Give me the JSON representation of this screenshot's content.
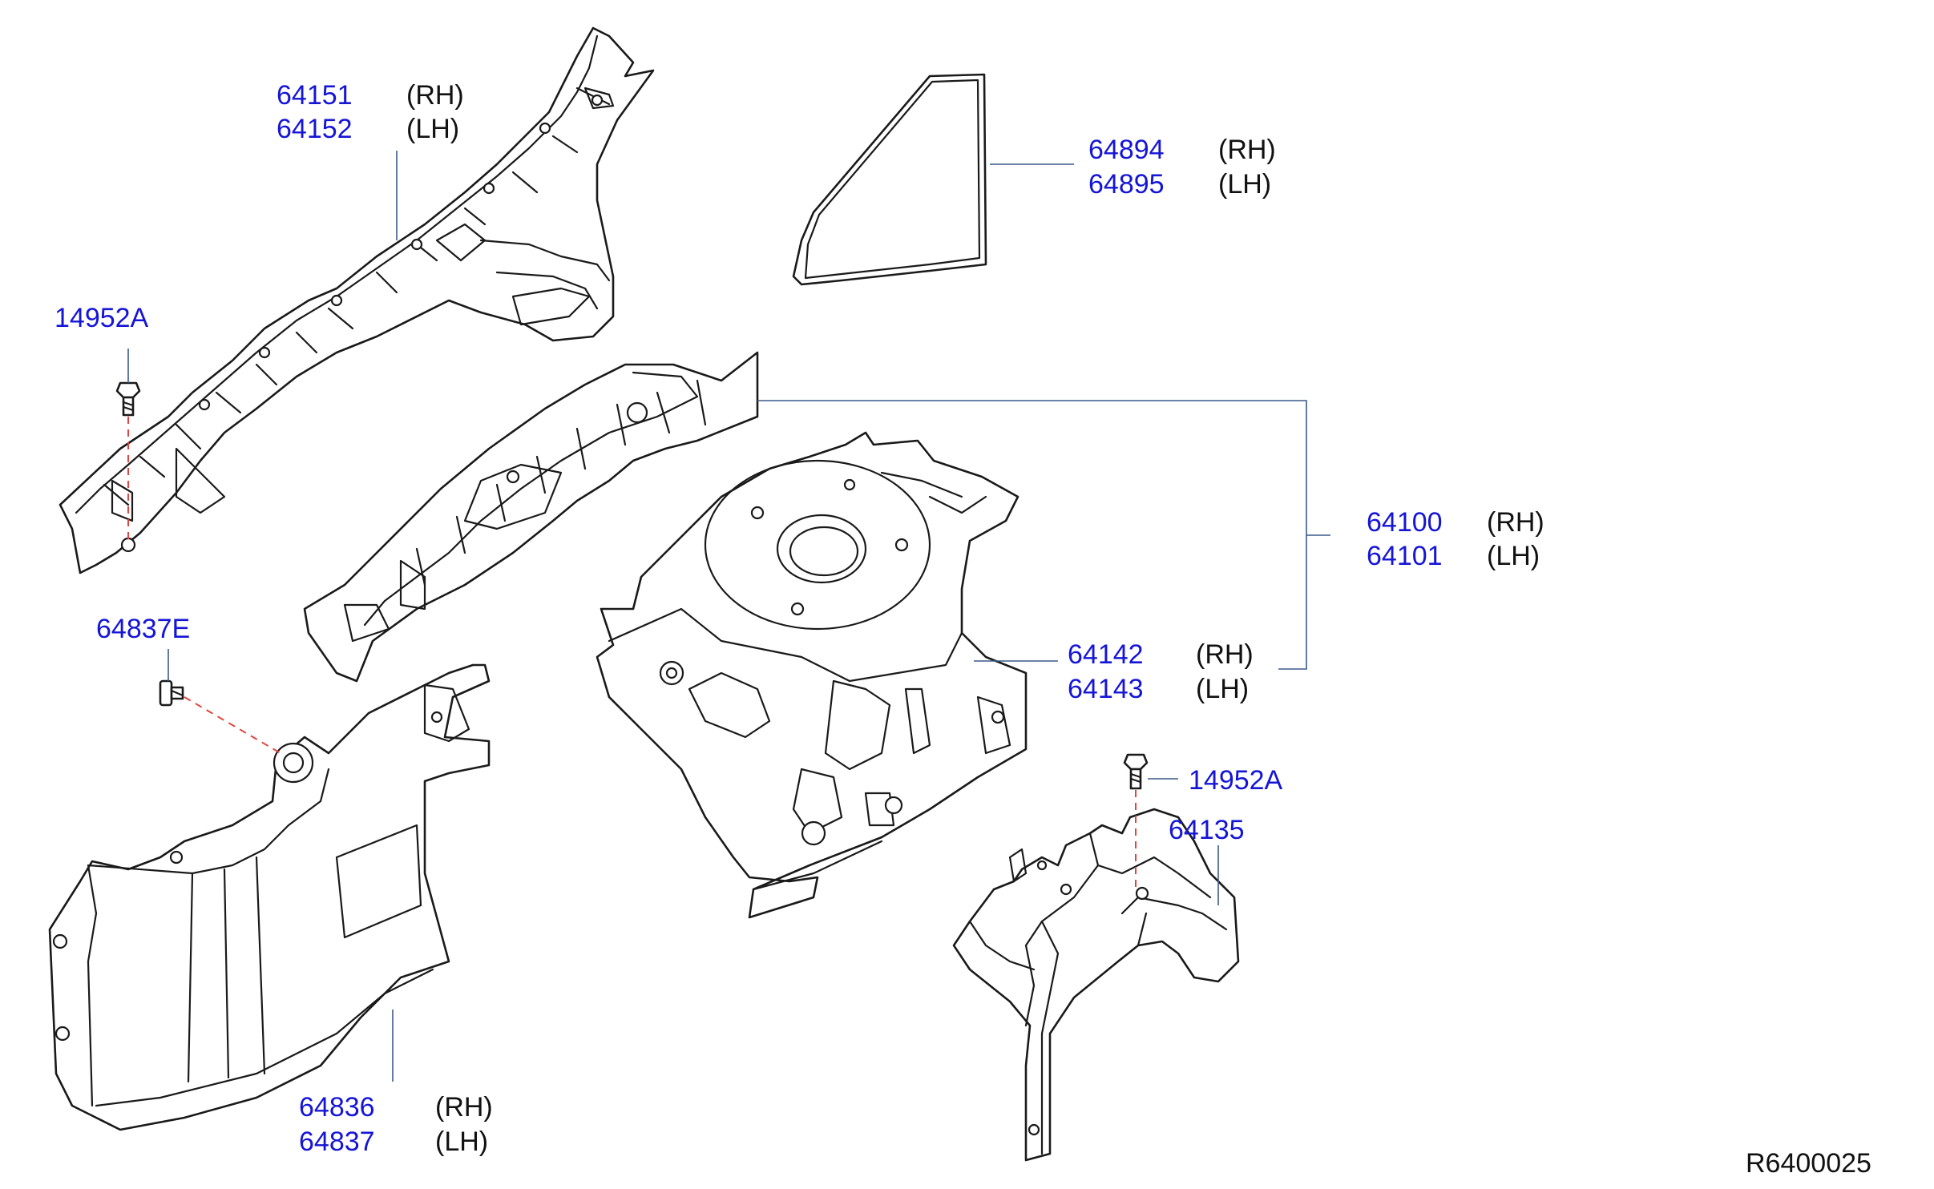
{
  "callouts": {
    "c64151": {
      "rh": "64151",
      "lh": "64152",
      "rh_label": "(RH)",
      "lh_label": "(LH)"
    },
    "c64894": {
      "rh": "64894",
      "lh": "64895",
      "rh_label": "(RH)",
      "lh_label": "(LH)"
    },
    "c64100": {
      "rh": "64100",
      "lh": "64101",
      "rh_label": "(RH)",
      "lh_label": "(LH)"
    },
    "c64142": {
      "rh": "64142",
      "lh": "64143",
      "rh_label": "(RH)",
      "lh_label": "(LH)"
    },
    "c64836": {
      "rh": "64836",
      "lh": "64837",
      "rh_label": "(RH)",
      "lh_label": "(LH)"
    },
    "c14952a_left": {
      "part": "14952A"
    },
    "c14952a_right": {
      "part": "14952A"
    },
    "c64837e": {
      "part": "64837E"
    },
    "c64135": {
      "part": "64135"
    }
  },
  "reference_code": "R6400025",
  "colors": {
    "part_number": "#1515d6",
    "leader": "#3a5a8c",
    "dashed_line": "#e0453e",
    "outline": "#1a1a1a"
  }
}
